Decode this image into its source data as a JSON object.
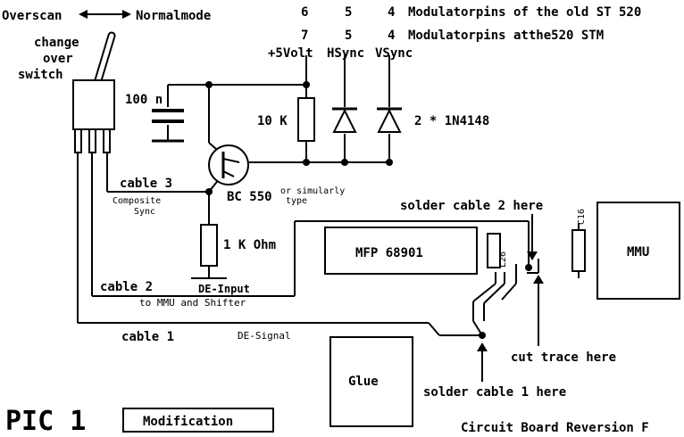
{
  "header": {
    "overscan": "Overscan",
    "arrow": "◄──►",
    "normalmode": "Normalmode",
    "pins_old_a": "6",
    "pins_old_b": "5",
    "pins_old_c": "4",
    "pins_old_text": "Modulatorpins of the old ST 520",
    "pins_stm_a": "7",
    "pins_stm_b": "5",
    "pins_stm_c": "4",
    "pins_stm_text": "Modulatorpins atthe520 STM",
    "plus5": "+5Volt",
    "hsync": "HSync",
    "vsync": "VSync"
  },
  "switch": {
    "line1": "change",
    "line2": "over",
    "line3": "switch"
  },
  "components": {
    "cap": "100 n",
    "r10k": "10 K",
    "diodes": "2 * 1N4148",
    "transistor": "BC 550",
    "transistor_note_1": "or simularly",
    "transistor_note_2": "type",
    "r1k": "1 K Ohm",
    "mfp": "MFP 68901",
    "l26": "L26",
    "c16": "C16",
    "mmu": "MMU",
    "glue": "Glue"
  },
  "cables": {
    "cable3": "cable 3",
    "composite": "Composite",
    "sync": "Sync",
    "cable2": "cable 2",
    "de_input": "DE-Input",
    "to_mmu": "to MMU and Shifter",
    "cable1": "cable 1",
    "de_signal": "DE-Signal"
  },
  "notes": {
    "solder2": "solder cable 2 here",
    "cut_trace": "cut trace here",
    "solder1": "solder cable 1 here"
  },
  "footer": {
    "pic": "PIC 1",
    "modification": "Modification",
    "board": "Circuit Board Reversion F"
  }
}
